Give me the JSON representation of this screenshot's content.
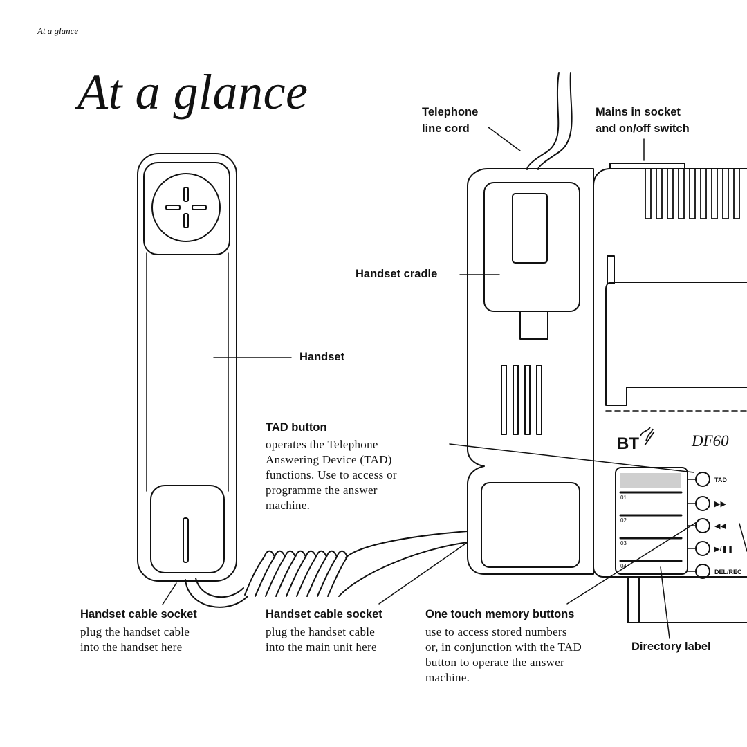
{
  "page": {
    "running_head": "At a glance",
    "title": "At a glance"
  },
  "callouts": {
    "telephone_line_cord": {
      "line1": "Telephone",
      "line2": "line cord"
    },
    "mains_socket": {
      "line1": "Mains in socket",
      "line2": "and on/off switch"
    },
    "handset_cradle": {
      "title": "Handset cradle"
    },
    "handset": {
      "title": "Handset"
    },
    "tad_button": {
      "title": "TAD button",
      "lines": [
        "operates the Telephone",
        "Answering Device (TAD)",
        "functions. Use to access or",
        "programme the answer",
        "machine."
      ]
    },
    "handset_cable_socket_handset": {
      "title": "Handset cable socket",
      "lines": [
        "plug the handset cable",
        "into the handset here"
      ]
    },
    "handset_cable_socket_unit": {
      "title": "Handset cable socket",
      "lines": [
        "plug the handset cable",
        "into the main unit here"
      ]
    },
    "memory_buttons": {
      "title": "One touch memory buttons",
      "lines": [
        "use to access stored numbers",
        "or, in conjunction with the TAD",
        "button to operate the answer",
        "machine."
      ]
    },
    "directory_label": {
      "title": "Directory label"
    }
  },
  "device": {
    "brand": "BT",
    "model": "DF60",
    "button_labels": [
      "TAD",
      "▶▶",
      "◀◀",
      "▶/❚❚",
      "DEL/REC"
    ],
    "memory_slots": [
      "01",
      "02",
      "03",
      "04"
    ]
  }
}
